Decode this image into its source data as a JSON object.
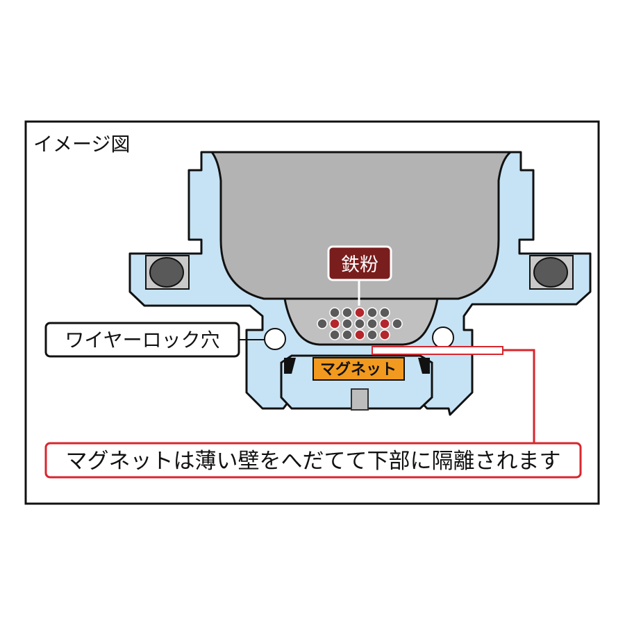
{
  "title": "イメージ図",
  "labels": {
    "iron_powder": "鉄粉",
    "wire_lock_hole": "ワイヤーロック穴",
    "magnet": "マグネット",
    "caption": "マグネットは薄い壁をへだてて下部に隔離されます"
  },
  "colors": {
    "part_fill": "#c6e3f5",
    "part_stroke": "#111111",
    "bowl_fill": "#b3b3b3",
    "bowl_inner_fill": "#c0c0c0",
    "iron_red": "#b3262b",
    "iron_gray": "#5a5a5a",
    "magnet_fill": "#f29a1f",
    "badge_fill": "#7a1d1d",
    "callout_red": "#d7262e",
    "bolt_fill": "#595959",
    "bolt_seat": "#c9c9c9"
  },
  "iron_particles": {
    "rows": [
      [
        "gray",
        "gray",
        "red",
        "gray",
        "gray"
      ],
      [
        "gray",
        "red",
        "gray",
        "gray",
        "gray",
        "red",
        "gray"
      ],
      [
        "gray",
        "gray",
        "red",
        "gray",
        "red"
      ]
    ]
  }
}
